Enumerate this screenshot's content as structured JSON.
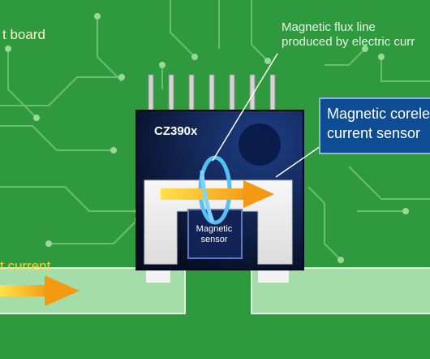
{
  "board_label": "t board",
  "flux_label": {
    "line1": "Magnetic flux line",
    "line2": "produced by electric curr"
  },
  "sensor_callout": {
    "line1": "Magnetic corele",
    "line2": "current sensor"
  },
  "chip_label": "CZ390x",
  "magnetic_sensor_label": {
    "line1": "Magnetic",
    "line2": "sensor"
  },
  "current_label": "t current",
  "colors": {
    "board_green": "#2e9a3d",
    "trace": "#8fd38f",
    "chip_body": "#0b1430",
    "callout_blue": "#0e4c93",
    "arrow_orange": "#f7a21b",
    "ring_blue": "#4fb7f0",
    "current_yellow": "#ffd23a"
  },
  "icons": [
    "flux-ring-icon",
    "current-arrow-icon"
  ]
}
